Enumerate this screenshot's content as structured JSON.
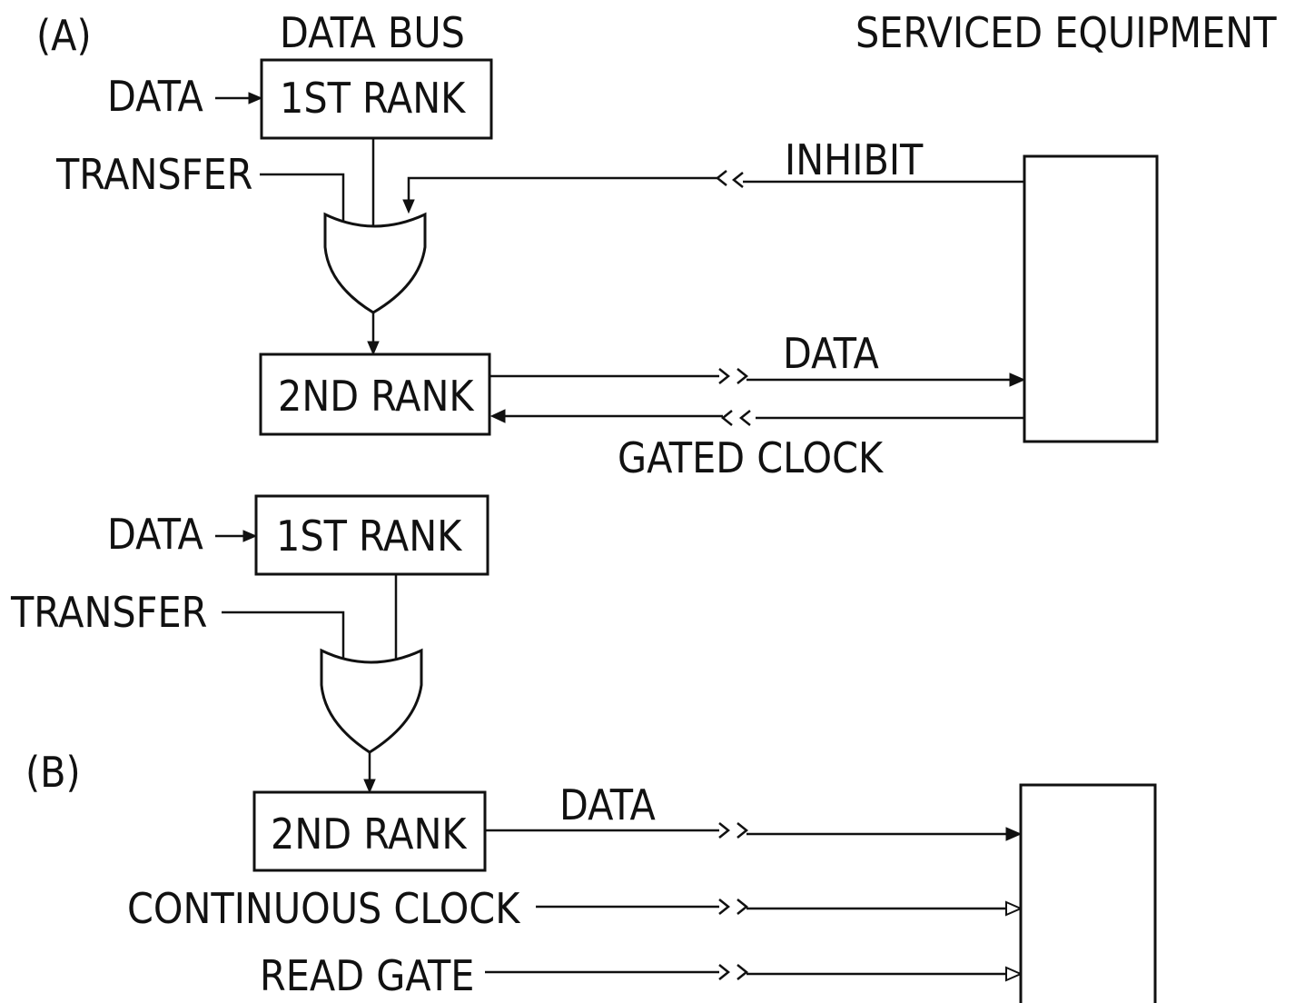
{
  "labels": {
    "panel_a": "(A)",
    "panel_b": "(B)",
    "data_bus": "DATA BUS",
    "serviced_equipment": "SERVICED EQUIPMENT",
    "a_data_in": "DATA",
    "a_transfer": "TRANSFER",
    "a_first_rank": "1ST RANK",
    "a_second_rank": "2ND RANK",
    "a_inhibit": "INHIBIT",
    "a_data_out": "DATA",
    "a_gated_clock": "GATED CLOCK",
    "b_data_in": "DATA",
    "b_transfer": "TRANSFER",
    "b_first_rank": "1ST RANK",
    "b_second_rank": "2ND RANK",
    "b_data_out": "DATA",
    "b_continuous_clock": "CONTINUOUS CLOCK",
    "b_read_gate": "READ GATE"
  }
}
